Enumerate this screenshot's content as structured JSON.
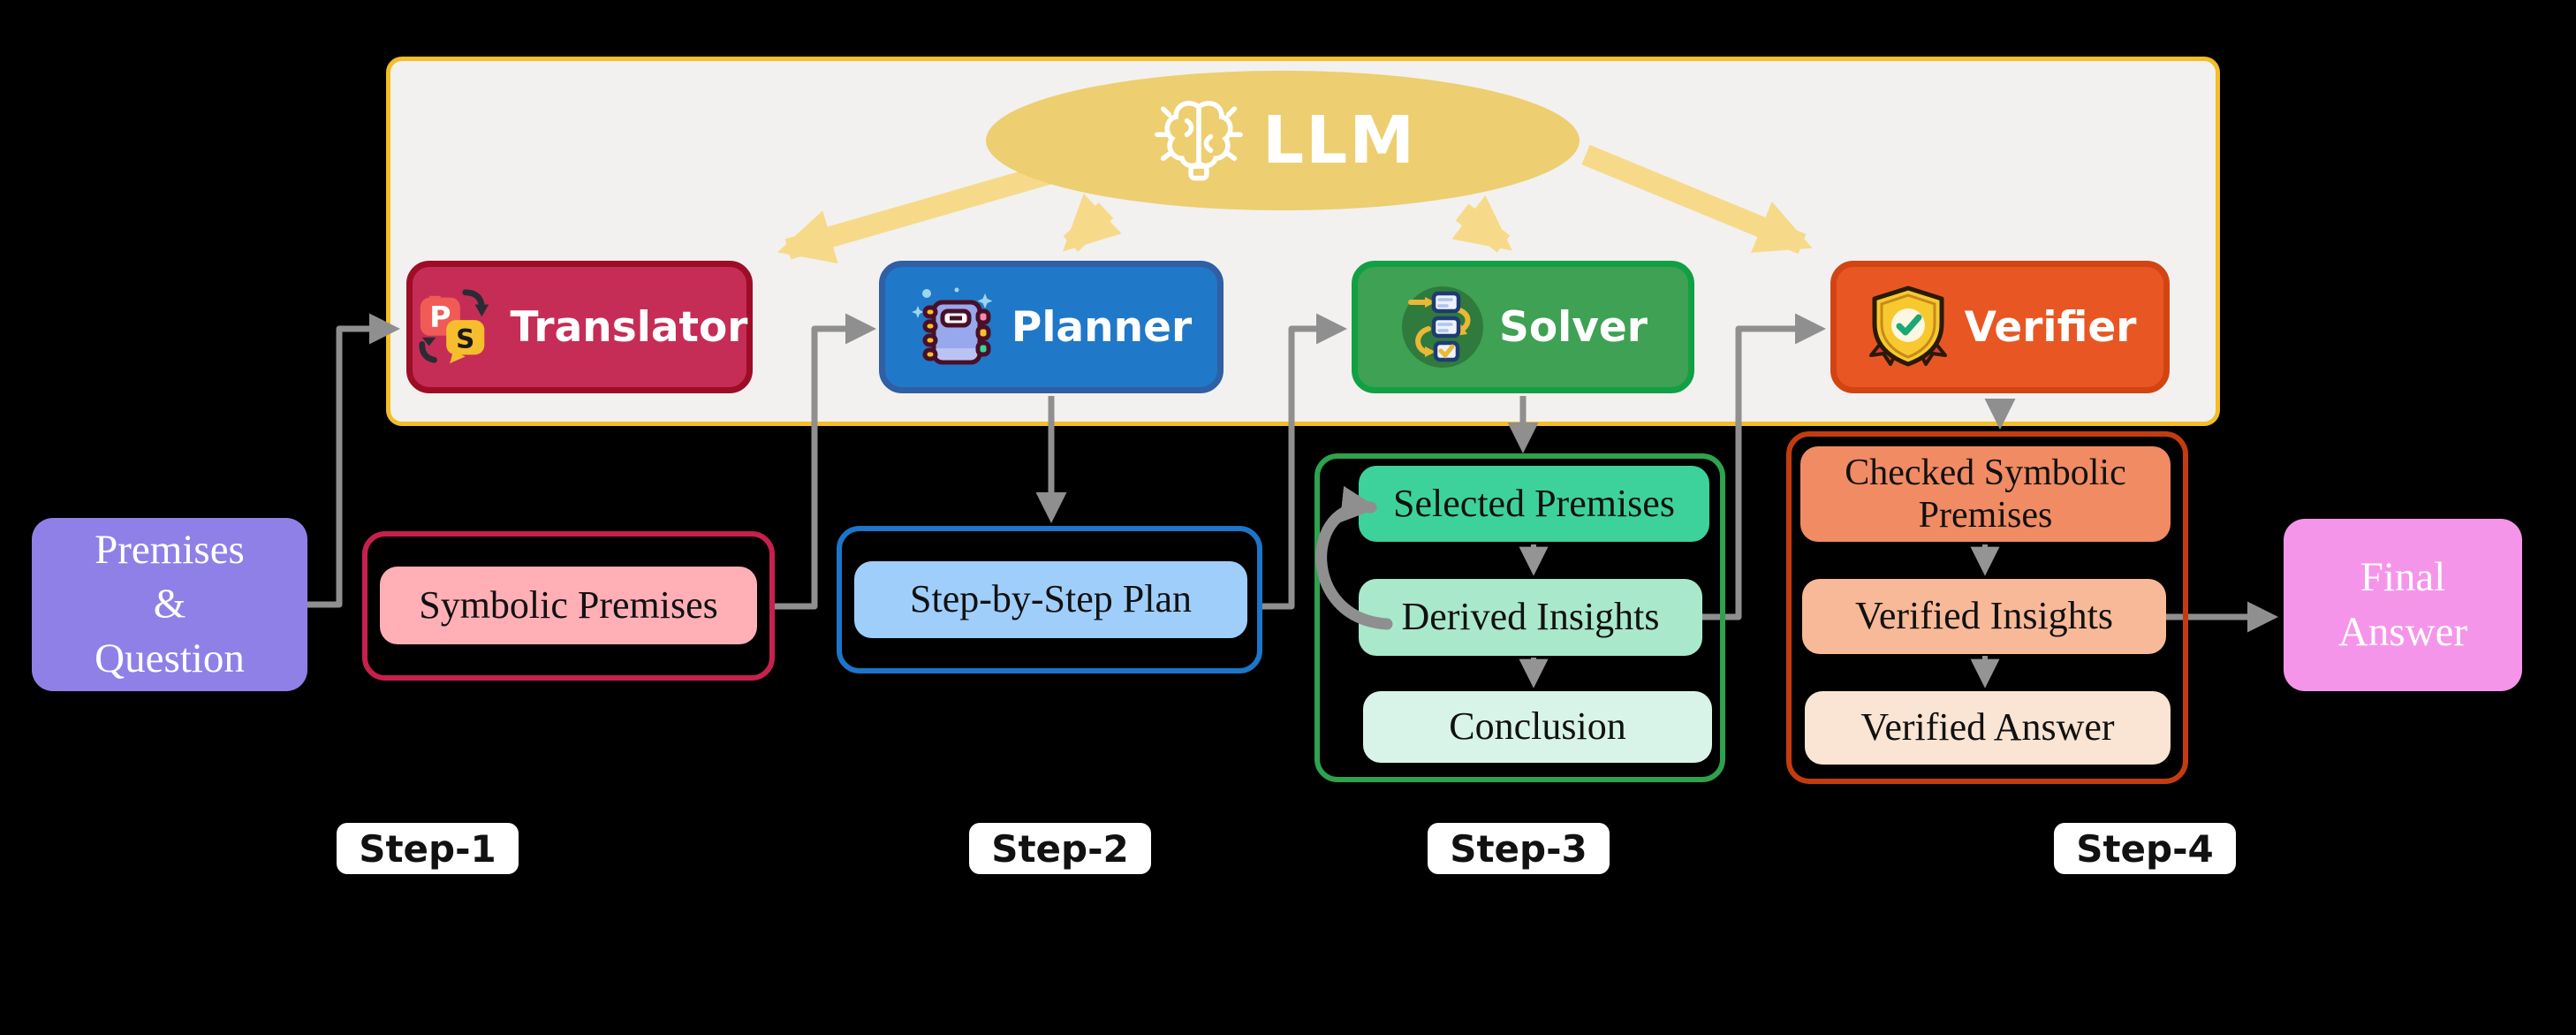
{
  "llm_panel": {
    "label": "LLM"
  },
  "modules": [
    {
      "label": "Translator",
      "fill": "#C52D56",
      "border": "#9D0D26"
    },
    {
      "label": "Planner",
      "fill": "#2078C8",
      "border": "#2F5FA5"
    },
    {
      "label": "Solver",
      "fill": "#3FA153",
      "border": "#12A045"
    },
    {
      "label": "Verifier",
      "fill": "#E85723",
      "border": "#D24414"
    }
  ],
  "input_box": {
    "line1": "Premises",
    "line2": "&",
    "line3": "Question",
    "fill": "#8F80E8"
  },
  "groups": {
    "translator_output": {
      "border": "#C7204D",
      "items": [
        {
          "label": "Symbolic Premises",
          "fill": "#FFAFB5"
        }
      ]
    },
    "planner_output": {
      "border": "#1C75C8",
      "items": [
        {
          "label": "Step-by-Step Plan",
          "fill": "#9FCEFA"
        }
      ]
    },
    "solver_output": {
      "border": "#2EA24D",
      "items": [
        {
          "label": "Selected Premises",
          "fill": "#3DD29C"
        },
        {
          "label": "Derived Insights",
          "fill": "#A9E8CB"
        },
        {
          "label": "Conclusion",
          "fill": "#D8F4E8"
        }
      ]
    },
    "verifier_output": {
      "border": "#C33C0F",
      "items": [
        {
          "label": "Checked Symbolic Premises",
          "fill": "#F08B63"
        },
        {
          "label": "Verified Insights",
          "fill": "#F8B998"
        },
        {
          "label": "Verified Answer",
          "fill": "#FAE4D3"
        }
      ]
    }
  },
  "output_box": {
    "line1": "Final",
    "line2": "Answer",
    "fill": "#F595EA"
  },
  "step_labels": [
    {
      "label": "Step-1"
    },
    {
      "label": "Step-2"
    },
    {
      "label": "Step-3"
    },
    {
      "label": "Step-4"
    }
  ],
  "colors": {
    "background": "#000000",
    "panel_fill": "#F2F1EF",
    "panel_border": "#F3BE26",
    "llm_ellipse": "#EDCE70",
    "llm_arrows": "#F6DA8A",
    "connector_gray": "#8F8F8F",
    "step_pill": "#FFFFFF"
  }
}
